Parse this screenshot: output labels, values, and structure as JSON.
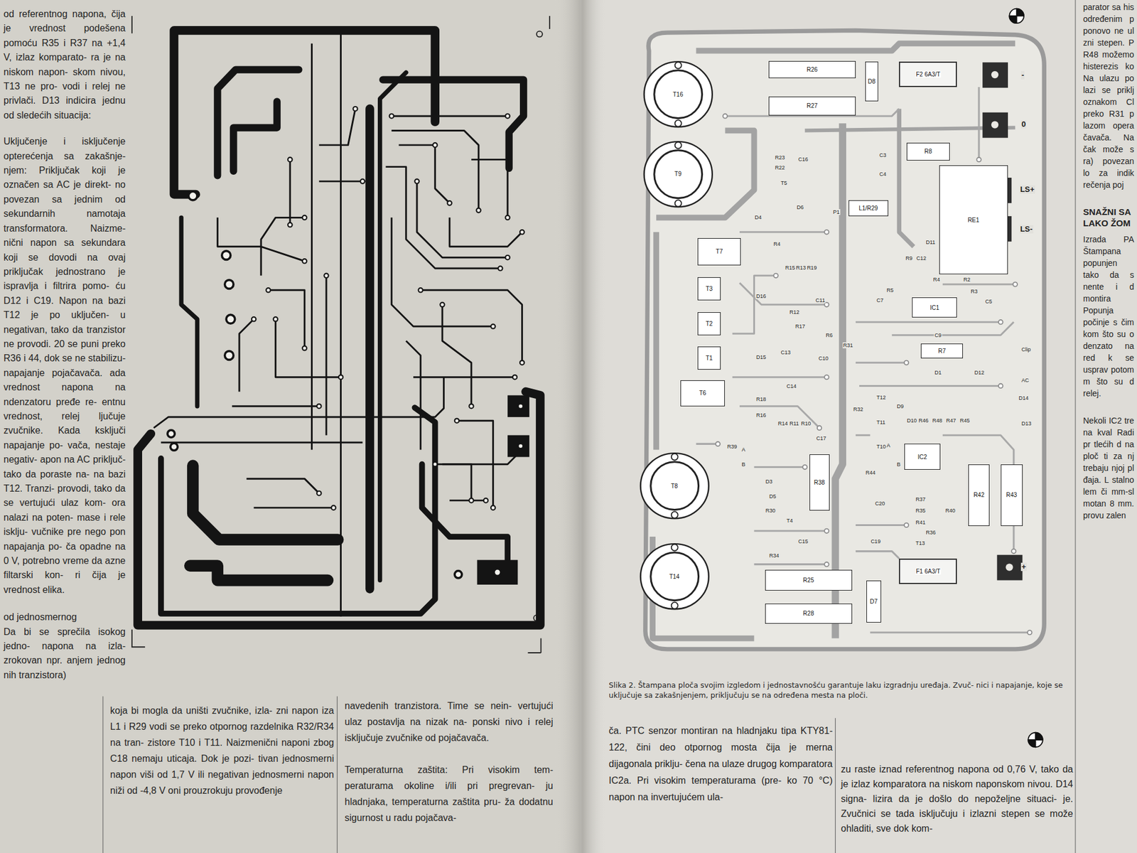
{
  "diagram": {
    "caption": "Slika 2. Štampana ploča svojim izgledom i jednostavnošću garantuje laku izgradnju uređaja. Zvuč- nici i napajanje, koje se uključuje sa zakašnjenjem, priključuju se na određena mesta na ploči.",
    "nodes": [
      {
        "text": [
          "T16"
        ]
      },
      {
        "text": [
          "R26"
        ]
      },
      {
        "text": [
          "D8"
        ]
      },
      {
        "text": [
          "F2 6A3/T"
        ]
      },
      {
        "text": [
          "R27"
        ]
      },
      {
        "text": [
          "T9"
        ]
      },
      {
        "text": [
          "R8"
        ]
      },
      {
        "text": [
          "L1/R29"
        ]
      },
      {
        "text": [
          "RE1"
        ]
      },
      {
        "text": [
          "T7"
        ]
      },
      {
        "text": [
          "T3"
        ]
      },
      {
        "text": [
          "IC1"
        ]
      },
      {
        "text": [
          "T2"
        ]
      },
      {
        "text": [
          "R7"
        ]
      },
      {
        "text": [
          "T1"
        ]
      },
      {
        "text": [
          "T6"
        ]
      },
      {
        "text": [
          "IC2"
        ]
      },
      {
        "text": [
          "R38"
        ]
      },
      {
        "text": [
          "R42"
        ]
      },
      {
        "text": [
          "R43"
        ]
      },
      {
        "text": [
          "T8"
        ]
      },
      {
        "text": [
          "T14"
        ]
      },
      {
        "text": [
          "R25"
        ]
      },
      {
        "text": [
          "F1 6A3/T"
        ]
      },
      {
        "text": [
          "R28"
        ]
      },
      {
        "text": [
          "D7"
        ]
      }
    ],
    "labels": [
      "od referentnog napona, čija je vrednost podešena pomoću R35 i R37 na +1,4 V, izlaz komparato- ra je na niskom napon- skom nivou, T13 ne pro- vodi i relej ne privlači. D13 indicira jednu od sledećih situacija:",
      "Uključenje i isključenje opterećenja sa zakašnje- njem: Priključak koji je označen sa AC je direkt- no povezan sa jednim od sekundarnih namotaja transformatora. Naizme- nični napon sa sekundara koji se dovodi na ovaj priključak jednostrano je ispravlja i filtrira pomo- ću D12 i C19. Napon na bazi T12 je po uključen- u negativan, tako da tranzistor ne provodi. 20 se puni preko R36 i 44, dok se ne stabilizu- napajanje pojačavača. ada vrednost napona na ndenzatoru pređe re- entnu vrednost, relej ljučuje zvučnike. Kada ksključi napajanje po- vača, nestaje negativ- apon na AC priključ- tako da poraste na- na bazi T12. Tranzi- provodi, tako da se vertujući ulaz kom- ora nalazi na poten- mase i rele isklju- vučnike pre nego pon napajanja po- ča opadne na 0 V, potrebno vreme da azne filtarski kon- ri čija je vrednost elika.",
      "od jednosmernog",
      "Da bi se sprečila isokog jedno- napona na izla- zrokovan npr. anjem jednog nih tranzistora)",
      "koja bi mogla da uništi zvučnike, izla- zni napon iza L1 i R29 vodi se preko otpornog razdelnika R32/R34 na tran- zistore T10 i T11. Naizmenični naponi zbog C18 nemaju uticaja. Dok je pozi- tivan jednosmerni napon viši od 1,7 V ili negativan jednosmerni napon niži od -4,8 V oni prouzrokuju provođenje",
      "navedenih tranzistora. Time se nein- vertujući ulaz postavlja na nizak na- ponski nivo i relej isključuje zvučnike od pojačavača.",
      "Temperaturna zaštita: Pri visokim tem- peraturama okoline i/ili pri pregrevan- ju hladnjaka, temperaturna zaštita pru- ža dodatnu sigurnost u radu pojačava-",
      "ča. PTC senzor montiran na hladnjaku tipa KTY81-122, čini deo otpornog mosta čija je merna dijagonala priklju- čena na ulaze drugog komparatora IC2a. Pri visokim temperaturama (pre- ko 70 °C) napon na invertujućem ula-",
      "zu raste iznad referentnog napona od 0,76 V, tako da je izlaz komparatora na niskom naponskom nivou. D14 signa- lizira da je došlo do nepoželjne situaci- je. Zvučnici se tada isključuju i izlazni stepen se može ohladiti, sve dok kom-",
      "parator sa his određenim p ponovo ne ul zni stepen. P R48 možemo histerezis ko Na ulazu po lazi se priklj oznakom Cl preko R31 p lazom opera čavača. Na čak može s ra) povezan lo za indik rečenja poj",
      "SNAŽNI SA LAKO ŽOM",
      "Izrada PA Štampana popunjen tako da s nente i d montira Popunja počinje s čim kom što su o denzato na red k se usprav potom m što su d relej.",
      "Nekoli IC2 tre na kval Radi pr tlećih d na ploč ti za nj trebaju njoj pl đaja. L stalno lem či mm-sl motan 8 mm. provu zalen",
      "R23",
      "R22",
      "C16",
      "T5",
      "D6",
      "C3",
      "C4",
      "P1",
      "D4",
      "R4",
      "R15",
      "R13",
      "R19",
      "D16",
      "C11",
      "R12",
      "R17",
      "R9",
      "C12",
      "D11",
      "R4",
      "R2",
      "R3",
      "R5",
      "C7",
      "C5",
      "R6",
      "R31",
      "C9",
      "D15",
      "C13",
      "C10",
      "C14",
      "R18",
      "D1",
      "D12",
      "Clip",
      "AC",
      "D14",
      "D13",
      "R16",
      "R14",
      "R11",
      "R10",
      "C17",
      "R39",
      "A",
      "B",
      "R32",
      "T12",
      "T11",
      "T10",
      "D9",
      "D10",
      "R46",
      "R48",
      "R47",
      "R45",
      "A",
      "B",
      "R44",
      "C20",
      "R37",
      "R35",
      "R41",
      "R36",
      "R40",
      "T13",
      "D3",
      "D5",
      "R30",
      "T4",
      "C15",
      "R34",
      "C19",
      "-",
      "0",
      "LS+",
      "LS-",
      "+"
    ]
  }
}
